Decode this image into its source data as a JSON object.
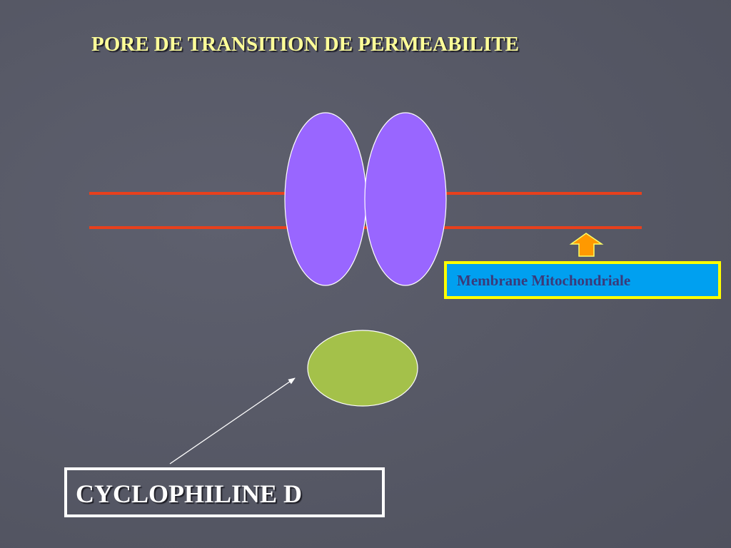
{
  "slide": {
    "title": "PORE DE TRANSITION DE PERMEABILITE",
    "membrane_label": "Membrane Mitochondriale",
    "protein_label": "CYCLOPHILINE D"
  },
  "colors": {
    "background": "#585a68",
    "title": "#ffff99",
    "membrane_line": "#e8401c",
    "pore_fill": "#9966ff",
    "cyclophilin_fill": "#a4c14a",
    "arrow_fill": "#ff9900",
    "label_box_fill": "#00a0f0",
    "label_box_border": "#ffff00",
    "label_text": "#3a3a7a"
  },
  "icons": {
    "up_arrow": "up-arrow-icon",
    "pointer_arrow": "pointer-arrow-icon"
  }
}
